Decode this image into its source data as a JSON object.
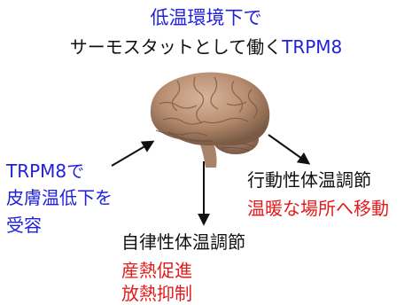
{
  "title": {
    "line1": "低温環境下で",
    "line2_prefix": "サーモスタットとして働く",
    "line2_suffix": "TRPM8"
  },
  "left_label": {
    "line1": "TRPM8で",
    "line2": "皮膚温低下を",
    "line3": "受容"
  },
  "behavioral": {
    "heading": "行動性体温調節",
    "detail": "温暖な場所へ移動"
  },
  "autonomic": {
    "heading": "自律性体温調節",
    "detail1": "産熱促進",
    "detail2": "放熱抑制"
  },
  "colors": {
    "blue": "#1f1fdc",
    "red": "#e11b1b",
    "black": "#111111"
  },
  "icons": {
    "brain": "brain-icon"
  }
}
